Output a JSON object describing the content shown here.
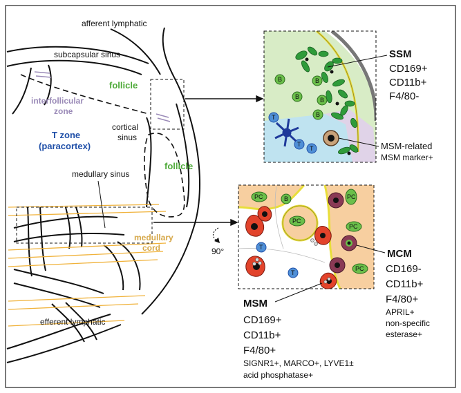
{
  "labels": {
    "afferent": "afferent lymphatic",
    "subcapsular": "subcapsular sinus",
    "follicle_top": "follicle",
    "interfollicular_1": "interfollicular",
    "interfollicular_2": "zone",
    "tzone_1": "T zone",
    "tzone_2": "(paracortex)",
    "cortical_1": "cortical",
    "cortical_2": "sinus",
    "follicle_right": "follicle",
    "medullary_sinus": "medullary sinus",
    "medullary_cord_1": "medullary",
    "medullary_cord_2": "cord",
    "efferent": "efferent lymphatic",
    "rotation": "90°"
  },
  "ssm": {
    "title": "SSM",
    "markers": [
      "CD169+",
      "CD11b+",
      "F4/80-"
    ]
  },
  "msm_related": {
    "title": "MSM-related",
    "subtitle": "MSM marker+"
  },
  "mcm": {
    "title": "MCM",
    "markers": [
      "CD169-",
      "CD11b+",
      "F4/80+"
    ],
    "extra": [
      "APRIL+",
      "non-specific",
      "esterase+"
    ]
  },
  "msm": {
    "title": "MSM",
    "markers": [
      "CD169+",
      "CD11b+",
      "F4/80+"
    ],
    "extra": [
      "SIGNR1+, MARCO+, LYVE1±",
      "acid phosphatase+"
    ]
  },
  "cell_letters": {
    "b": "B",
    "t": "T",
    "pc": "PC"
  },
  "colors": {
    "follicle_green": "#4faa3a",
    "interfollicular_purple": "#9b8bb8",
    "tzone_blue": "#1f4fa8",
    "medullary_tan": "#d6a84a",
    "inset_follicle_bg": "#d8ecc6",
    "inset_tzone_bg": "#bfe3f0",
    "inset_purple_bg": "#e0d3e8",
    "inset_cord_bg": "#f7cfa0",
    "macrophage_green": "#2f9b3a",
    "macrophage_red": "#e2432b",
    "macrophage_maroon": "#8a3a55",
    "capsule_yellow": "#e8de3a"
  }
}
